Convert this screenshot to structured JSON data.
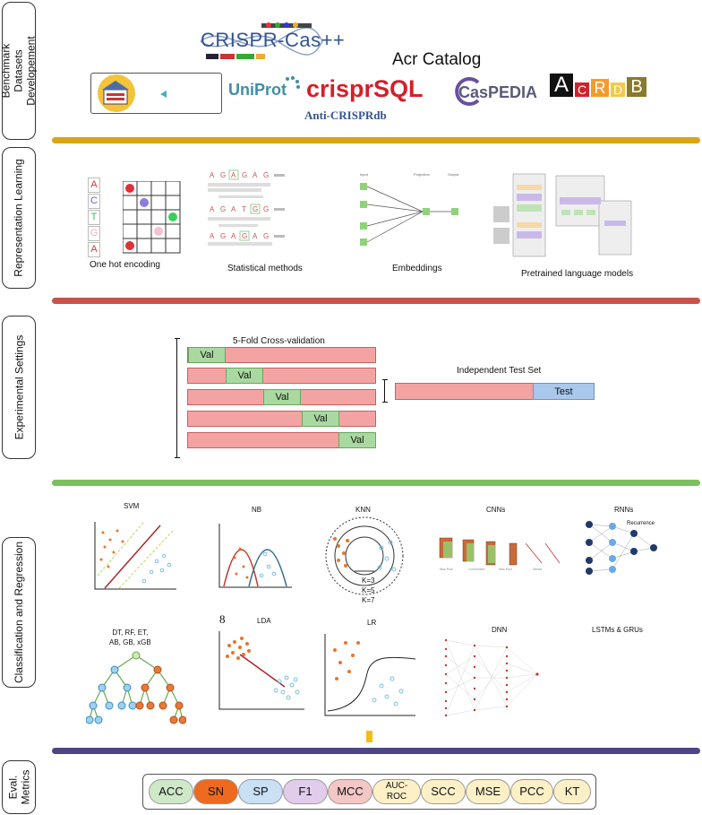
{
  "sections": {
    "benchmark": "Benchmark Datasets Developement",
    "representation": "Representation Learning",
    "experimental": "Experimental Settings",
    "classification": "Classification and Regression",
    "eval": "Eval. Metrics"
  },
  "logos": {
    "crispr_cas": "CRISPR-Cas++",
    "acr_catalog": "Acr Catalog",
    "uniprot": "UniProt",
    "crisprsql": "crisprSQL",
    "caspedia": "CasPEDIA",
    "anti_crisprdb": "Anti-CRISPRdb",
    "acrdb_letters": [
      "A",
      "C",
      "R",
      "D",
      "B"
    ]
  },
  "representation": {
    "one_hot": "One hot encoding",
    "one_hot_letters": [
      "A",
      "C",
      "T",
      "G",
      "A"
    ],
    "statistical": "Statistical methods",
    "embeddings": "Embeddings",
    "pretrained": "Pretrained language models"
  },
  "experimental": {
    "cv_title": "5-Fold Cross-validation",
    "val_label": "Val",
    "test_set_title": "Independent Test Set",
    "test_label": "Test"
  },
  "models": {
    "svm": "SVM",
    "nb": "NB",
    "knn": "KNN",
    "knn_k": [
      "K=3",
      "K=5",
      "K=7"
    ],
    "cnns": "CNNs",
    "rnns": "RNNs",
    "rnn_recurrence": "Recurrence",
    "trees": "DT, RF, ET,\nAB, GB, xGB",
    "lda": "LDA",
    "lda_mark": "8",
    "lr": "LR",
    "dnn": "DNN",
    "lstm": "LSTMs & GRUs"
  },
  "metrics": [
    {
      "label": "ACC",
      "color": "#cfe8c8"
    },
    {
      "label": "SN",
      "color": "#ef6a1e"
    },
    {
      "label": "SP",
      "color": "#c9e0f5"
    },
    {
      "label": "F1",
      "color": "#e1ccec"
    },
    {
      "label": "MCC",
      "color": "#f5c6c6"
    },
    {
      "label": "AUC-\nROC",
      "color": "#fdf0c6"
    },
    {
      "label": "SCC",
      "color": "#fdf0c6"
    },
    {
      "label": "MSE",
      "color": "#fdf0c6"
    },
    {
      "label": "PCC",
      "color": "#fdf0c6"
    },
    {
      "label": "KT",
      "color": "#fdf0c6"
    }
  ],
  "colors": {
    "divider_benchmark": "#d9a514",
    "divider_representation": "#c8524b",
    "divider_experimental": "#7cbf5e",
    "divider_classification": "#4d4584",
    "dot_orange": "#e9742b",
    "dot_blue": "#7ac0e0"
  }
}
